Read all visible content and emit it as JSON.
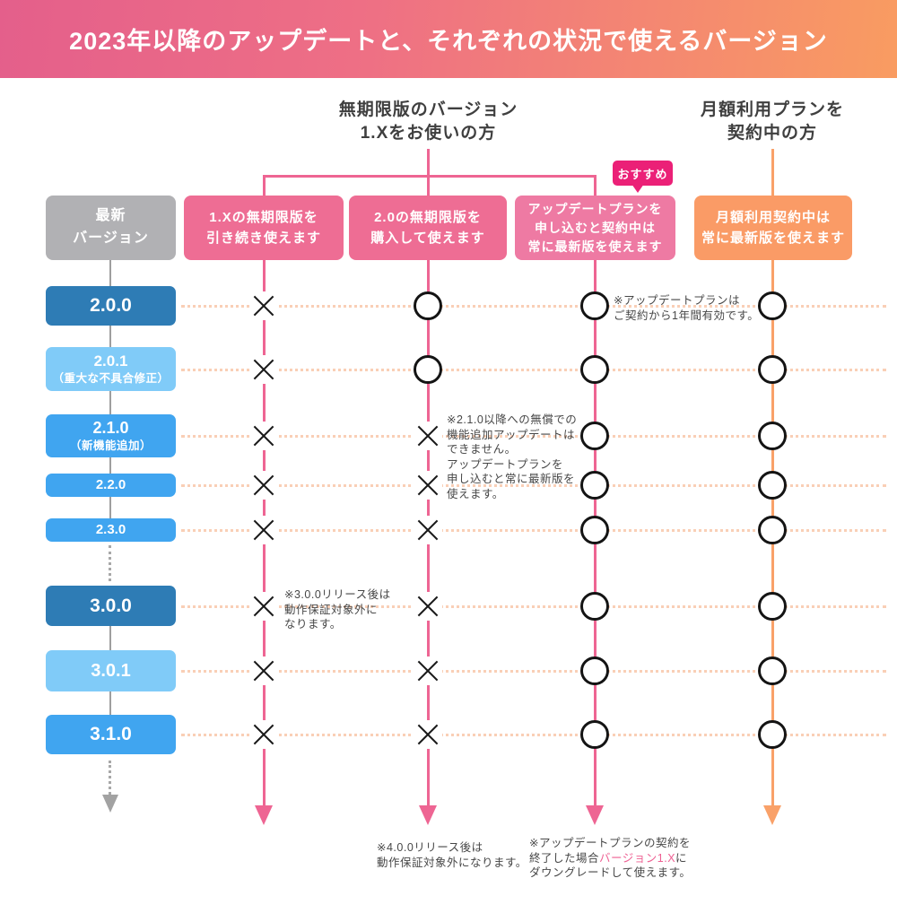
{
  "banner": {
    "title": "2023年以降のアップデートと、それぞれの状況で使えるバージョン",
    "gradient_from": "#e45f8b",
    "gradient_to": "#f99c61"
  },
  "group_headers": {
    "perpetual": "無期限版のバージョン\n1.Xをお使いの方",
    "monthly": "月額利用プランを\n契約中の方"
  },
  "recommend_badge": "おすすめ",
  "column_headers": {
    "latest_version": "最新\nバージョン",
    "col1": "1.Xの無期限版を\n引き続き使えます",
    "col2": "2.0の無期限版を\n購入して使えます",
    "col3": "アップデートプランを\n申し込むと契約中は\n常に最新版を使えます",
    "col4": "月額利用契約中は\n常に最新版を使えます"
  },
  "rows": [
    {
      "version": "2.0.0",
      "subtitle": "",
      "color": "#2e7cb5",
      "marks": [
        "x",
        "o",
        "o",
        "o"
      ]
    },
    {
      "version": "2.0.1",
      "subtitle": "（重大な不具合修正）",
      "color": "#80cbf8",
      "marks": [
        "x",
        "o",
        "o",
        "o"
      ]
    },
    {
      "version": "2.1.0",
      "subtitle": "（新機能追加）",
      "color": "#40a5f0",
      "marks": [
        "x",
        "x",
        "o",
        "o"
      ]
    },
    {
      "version": "2.2.0",
      "subtitle": "",
      "color": "#40a5f0",
      "marks": [
        "x",
        "x",
        "o",
        "o"
      ]
    },
    {
      "version": "2.3.0",
      "subtitle": "",
      "color": "#40a5f0",
      "marks": [
        "x",
        "x",
        "o",
        "o"
      ]
    },
    {
      "version": "3.0.0",
      "subtitle": "",
      "color": "#2e7cb5",
      "marks": [
        "x",
        "x",
        "o",
        "o"
      ]
    },
    {
      "version": "3.0.1",
      "subtitle": "",
      "color": "#80cbf8",
      "marks": [
        "x",
        "x",
        "o",
        "o"
      ]
    },
    {
      "version": "3.1.0",
      "subtitle": "",
      "color": "#40a5f0",
      "marks": [
        "x",
        "x",
        "o",
        "o"
      ]
    }
  ],
  "notes": {
    "update_plan_validity": "※アップデートプランは\nご契約から1年間有効です。",
    "free_update_limit": "※2.1.0以降への無償での\n機能追加アップデートは\nできません。\nアップデートプランを\n申し込むと常に最新版を\n使えます。",
    "v300_support": "※3.0.0リリース後は\n動作保証対象外に\nなります。",
    "v400_support": "※4.0.0リリース後は\n動作保証対象外になります。",
    "downgrade_prefix": "※アップデートプランの契約を\n終了した場合",
    "downgrade_highlight": "バージョン1.X",
    "downgrade_suffix": "に\nダウングレードして使えます。"
  },
  "colors": {
    "pink_line": "#ee6593",
    "orange_line": "#f9a169",
    "pink_box": "#ee6d94",
    "pink_box_light": "#ee7aa3",
    "orange_box": "#fa9b66",
    "gray_box": "#b1b1b4",
    "badge": "#eb2077",
    "version_dark_blue": "#2e7cb5",
    "version_light_blue": "#80cbf8",
    "version_mid_blue": "#40a5f0",
    "row_guide_dots": "#f9cfb6",
    "highlight_text": "#ee5f92"
  }
}
